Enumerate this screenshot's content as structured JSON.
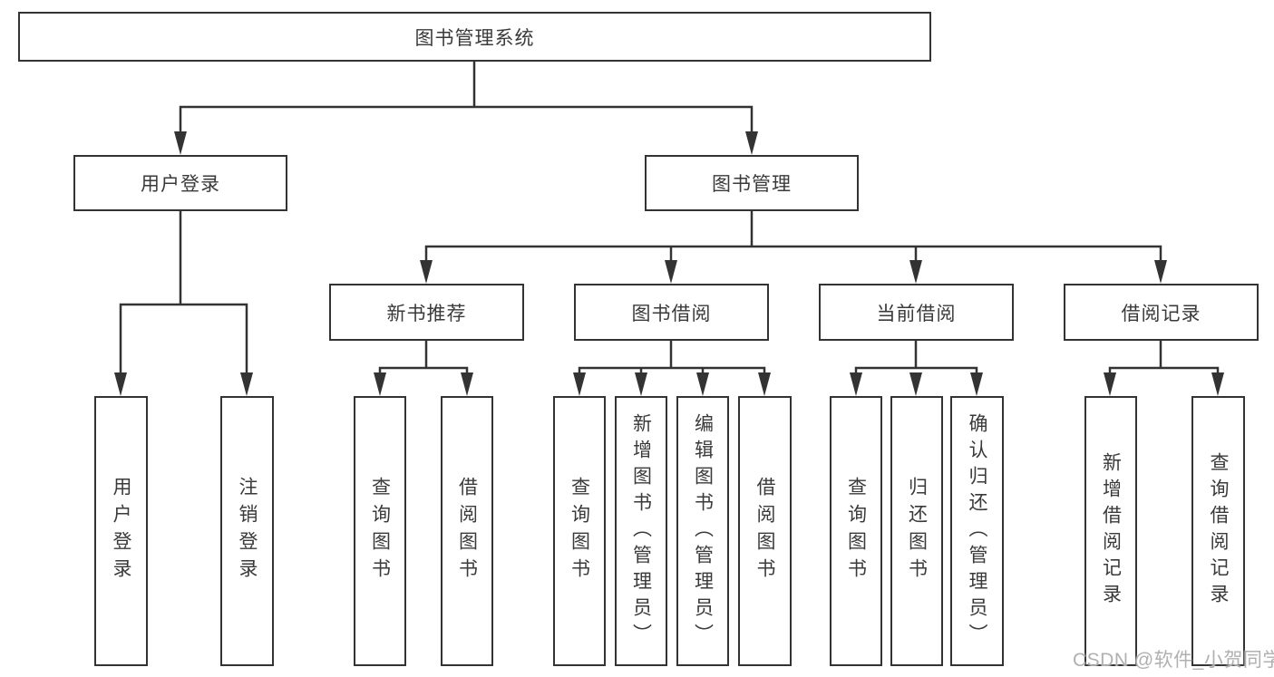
{
  "diagram": {
    "root": {
      "label": "图书管理系统"
    },
    "branches": [
      {
        "label": "用户登录",
        "children": [
          {
            "label": "用户登录"
          },
          {
            "label": "注销登录"
          }
        ]
      },
      {
        "label": "图书管理",
        "sections": [
          {
            "label": "新书推荐",
            "children": [
              {
                "label": "查询图书"
              },
              {
                "label": "借阅图书"
              }
            ]
          },
          {
            "label": "图书借阅",
            "children": [
              {
                "label": "查询图书"
              },
              {
                "label": "新增图书（管理员）"
              },
              {
                "label": "编辑图书（管理员）"
              },
              {
                "label": "借阅图书"
              }
            ]
          },
          {
            "label": "当前借阅",
            "children": [
              {
                "label": "查询图书"
              },
              {
                "label": "归还图书"
              },
              {
                "label": "确认归还（管理员）"
              }
            ]
          },
          {
            "label": "借阅记录",
            "children": [
              {
                "label": "新增借阅记录"
              },
              {
                "label": "查询借阅记录"
              }
            ]
          }
        ]
      }
    ]
  },
  "watermark": {
    "text": "CSDN @软件_小贺同学"
  },
  "colors": {
    "line": "#333333",
    "box_border": "#333333",
    "text": "#3a3a3a",
    "watermark": "#b0b0b0",
    "background": "#ffffff"
  }
}
